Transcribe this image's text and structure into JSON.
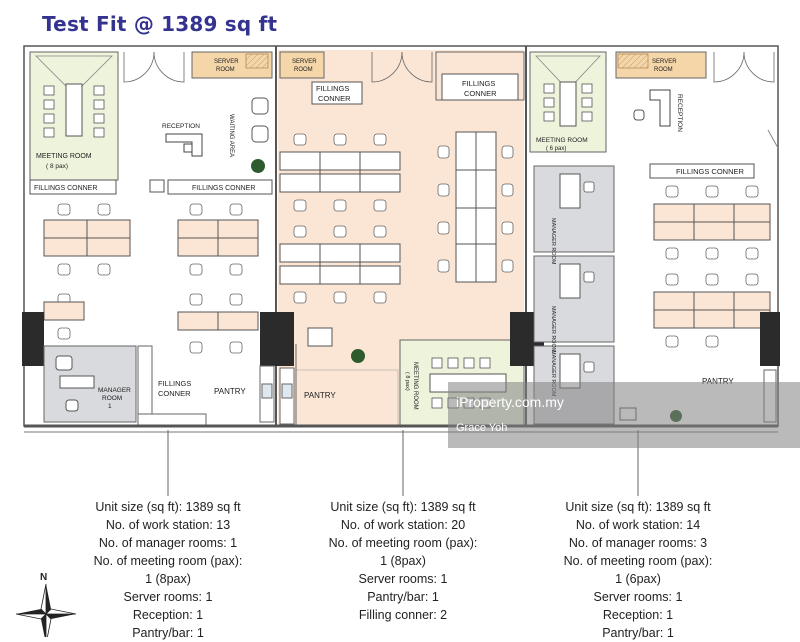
{
  "title": "Test Fit @ 1389 sq ft",
  "plan_labels": {
    "meeting_room_left": "MEETING ROOM",
    "meeting_room_left_pax": "( 8 pax)",
    "server_room_1": "SERVER",
    "server_room_1b": "ROOM",
    "reception_1": "RECEPTION",
    "waiting_area": "WAITING AREA",
    "fillings_conner_1": "FILLINGS CONNER",
    "fillings_conner_2": "FILLINGS CONNER",
    "manager_room_1": "MANAGER",
    "manager_room_1b": "ROOM",
    "manager_room_1c": "1",
    "fillings_conner_3": "FILLINGS",
    "fillings_conner_3b": "CONNER",
    "pantry_1": "PANTRY",
    "server_room_2": "SERVER",
    "server_room_2b": "ROOM",
    "fillings_conner_4": "FILLINGS",
    "fillings_conner_4b": "CONNER",
    "fillings_conner_5": "FILLINGS",
    "fillings_conner_5b": "CONNER",
    "pantry_2": "PANTRY",
    "meeting_room_mid": "MEETING ROOM",
    "meeting_room_mid_pax": "( 8 pax)",
    "meeting_room_right": "MEETING ROOM",
    "meeting_room_right_pax": "( 6 pax)",
    "server_room_3": "SERVER",
    "server_room_3b": "ROOM",
    "reception_3": "RECEPTION",
    "fillings_conner_6": "FILLINGS CONNER",
    "manager_room_a": "MANAGER ROOM",
    "manager_room_b": "MANAGER ROOM",
    "manager_room_c": "MANAGER ROOM",
    "pantry_3": "PANTRY"
  },
  "watermark": {
    "brand": "iProperty.com.my",
    "user": "Grace Yoh"
  },
  "specs": [
    {
      "lines": [
        "Unit size (sq ft): 1389 sq ft",
        "No. of work station: 13",
        "No. of manager rooms: 1",
        "No. of meeting room (pax):",
        "1 (8pax)",
        "Server rooms: 1",
        "Reception: 1",
        "Pantry/bar: 1"
      ]
    },
    {
      "lines": [
        "Unit size (sq ft): 1389 sq ft",
        "No. of work station: 20",
        "No. of meeting room (pax):",
        "1 (8pax)",
        "Server rooms: 1",
        "Pantry/bar: 1",
        "Filling conner: 2"
      ]
    },
    {
      "lines": [
        "Unit size (sq ft): 1389 sq ft",
        "No. of work station: 14",
        "No. of manager rooms: 3",
        "No. of meeting room (pax):",
        "1 (6pax)",
        "Server rooms: 1",
        "Reception: 1",
        "Pantry/bar: 1"
      ]
    }
  ],
  "compass_label": "N",
  "colors": {
    "title": "#34338f",
    "meeting_room_fill": "#eef3dc",
    "server_room_fill": "#f4d6a9",
    "middle_unit_fill": "#fbe6d6",
    "manager_room_fill": "#d9dade",
    "column": "#2b2b2b"
  }
}
